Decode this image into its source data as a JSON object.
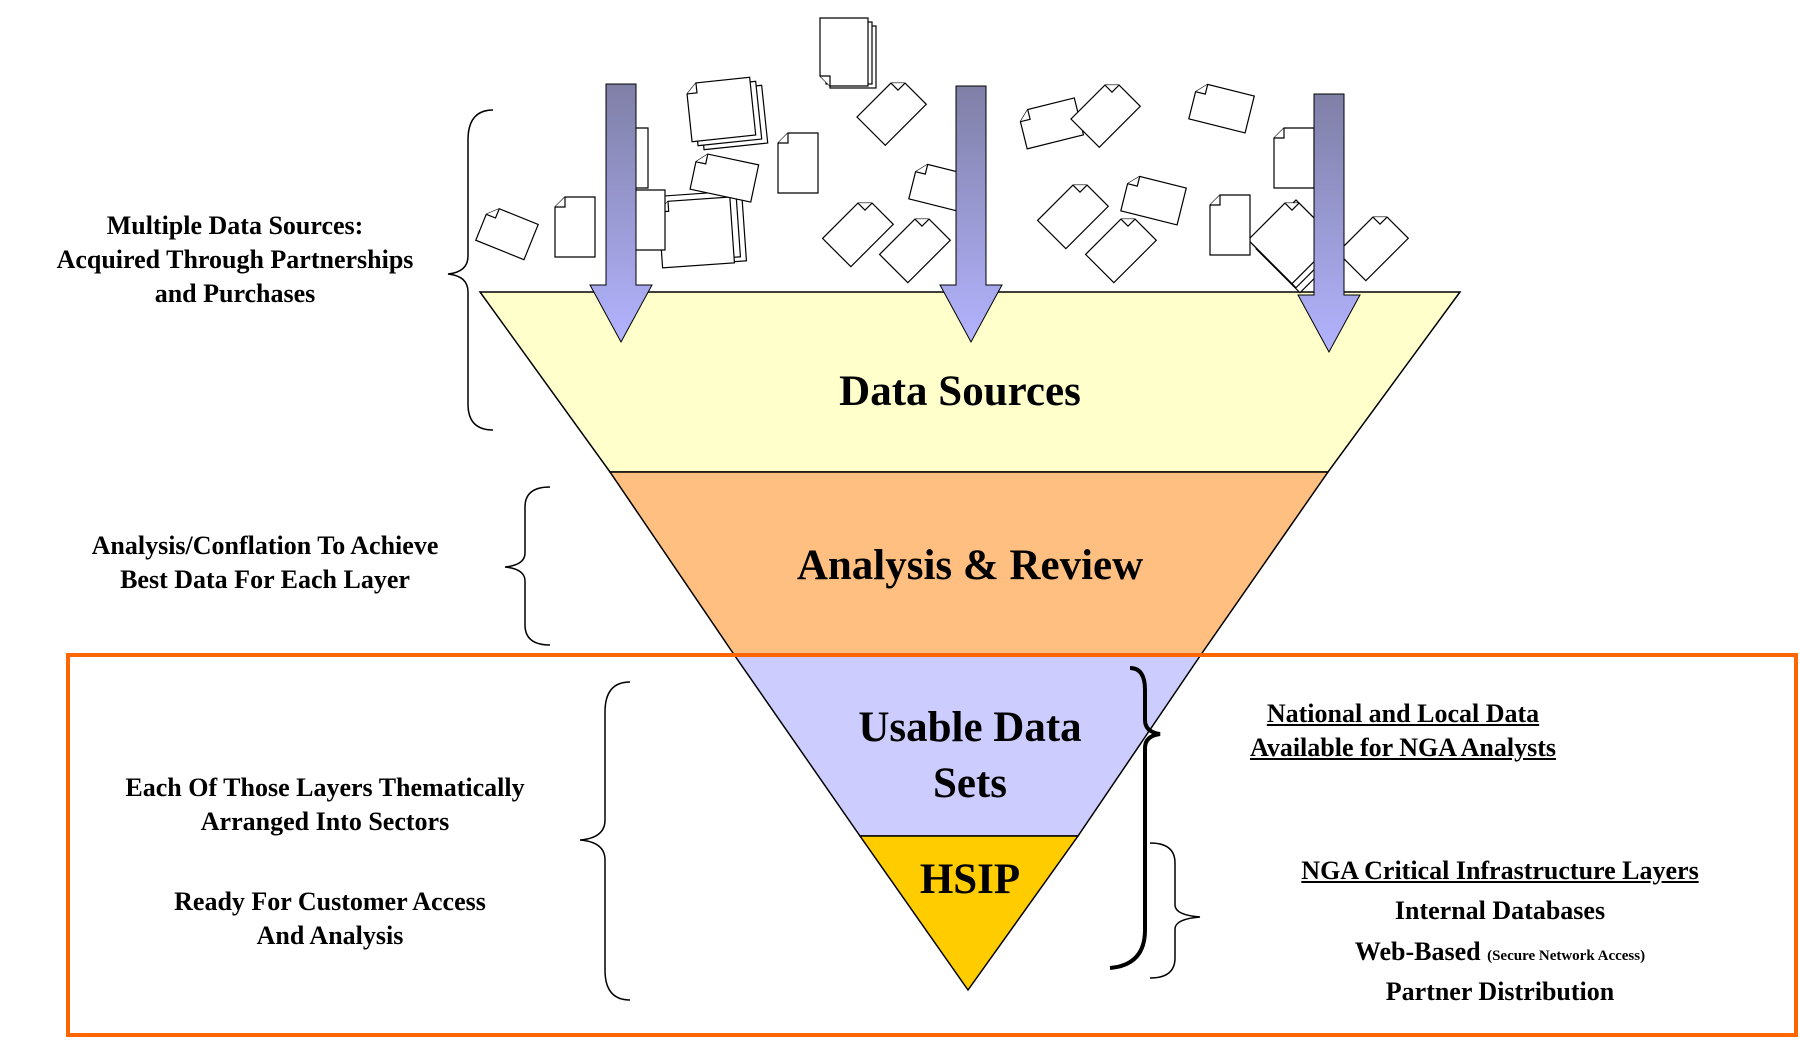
{
  "funnel": {
    "stage1": {
      "label": "Data Sources",
      "color": "#ffffcc"
    },
    "stage2": {
      "label": "Analysis & Review",
      "color": "#ffbf80"
    },
    "stage3": {
      "line1": "Usable Data",
      "line2": "Sets",
      "color": "#ccccff"
    },
    "stage4": {
      "label": "HSIP",
      "color": "#ffcc00"
    }
  },
  "left_notes": {
    "sources": [
      "Multiple Data Sources:",
      "Acquired Through Partnerships",
      "and Purchases"
    ],
    "analysis": [
      "Analysis/Conflation To Achieve",
      "Best Data For Each Layer"
    ],
    "sectors": [
      "Each Of Those Layers Thematically",
      "Arranged Into Sectors"
    ],
    "ready": [
      "Ready For Customer Access",
      "And Analysis"
    ]
  },
  "right_notes": {
    "national": [
      "National and Local Data",
      "Available for NGA Analysts"
    ],
    "nga_title": "NGA Critical Infrastructure Layers",
    "internal": "Internal Databases",
    "web_based": "Web-Based",
    "web_note": "(Secure Network Access)",
    "partner": "Partner Distribution"
  },
  "colors": {
    "highlight_box": "#ff6600",
    "arrow_top": "#7f7fa6",
    "arrow_bottom": "#b3b3ff"
  },
  "icons": [
    "document-icon",
    "down-arrow-icon",
    "brace-icon"
  ]
}
